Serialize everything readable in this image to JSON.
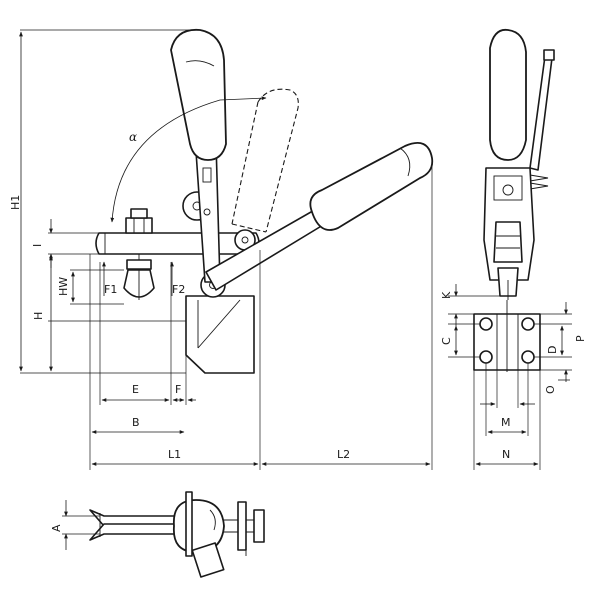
{
  "labels": {
    "H1": "H1",
    "H": "H",
    "HW": "HW",
    "I": "I",
    "alpha": "α",
    "F1": "F1",
    "F2": "F2",
    "E": "E",
    "F": "F",
    "B": "B",
    "L1": "L1",
    "L2": "L2",
    "K": "K",
    "C": "C",
    "D": "D",
    "P": "P",
    "O": "O",
    "M": "M",
    "N": "N",
    "A": "A"
  }
}
